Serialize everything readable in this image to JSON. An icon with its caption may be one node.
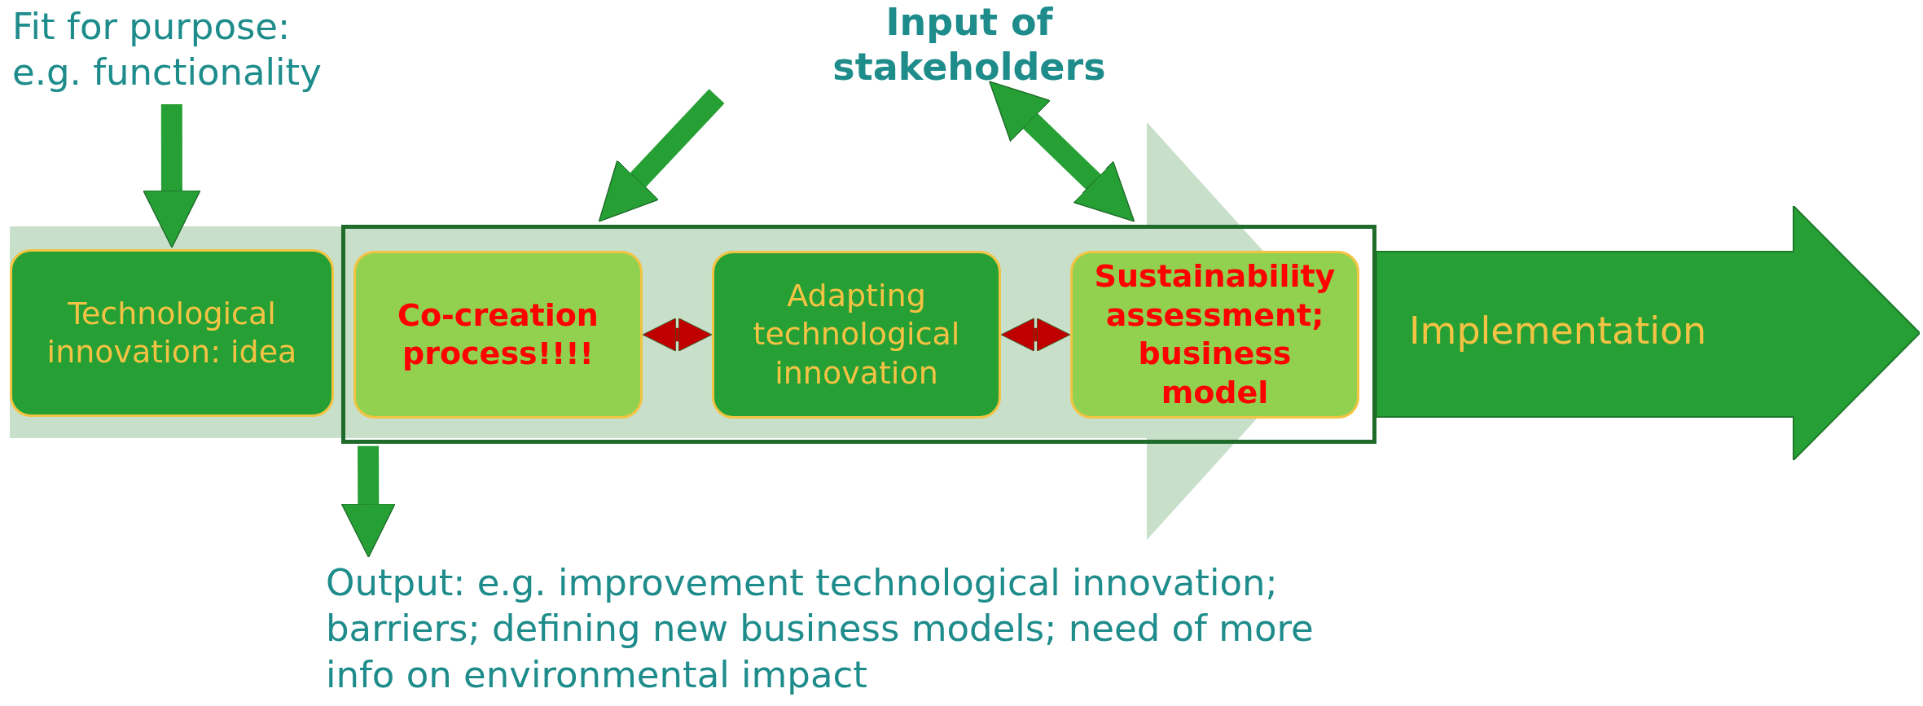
{
  "diagram": {
    "nodes": [
      {
        "text": [
          "Fit for purpose: e.g. functionality"
        ]
      },
      {
        "text": [
          "Input of stakeholders"
        ]
      },
      {
        "text": [
          "Technological innovation: idea"
        ]
      },
      {
        "text": [],
        "shape": "box"
      },
      {
        "text": [
          "Co-creation process!!!!"
        ],
        "in": 3
      },
      {
        "text": [
          "Adapting technological innovation"
        ],
        "in": 3
      },
      {
        "text": [
          "Sustainability assessment; business model"
        ],
        "in": 3
      },
      {
        "text": [
          "Implementation"
        ]
      },
      {
        "text": [
          "Output: e.g. improvement technological innovation; barriers; defining new business models; need of more info on environmental impact"
        ]
      }
    ],
    "edges": [
      {
        "from": 0,
        "to": 2,
        "arrow": "to"
      },
      {
        "from": 1,
        "to": 3,
        "arrow": "to"
      },
      {
        "from": 1,
        "to": 3,
        "arrow": "both"
      },
      {
        "from": 4,
        "to": 5,
        "arrow": "both",
        "color": "#c00000"
      },
      {
        "from": 5,
        "to": 6,
        "arrow": "both",
        "color": "#c00000"
      },
      {
        "from": 3,
        "to": 8,
        "arrow": "to"
      }
    ]
  }
}
